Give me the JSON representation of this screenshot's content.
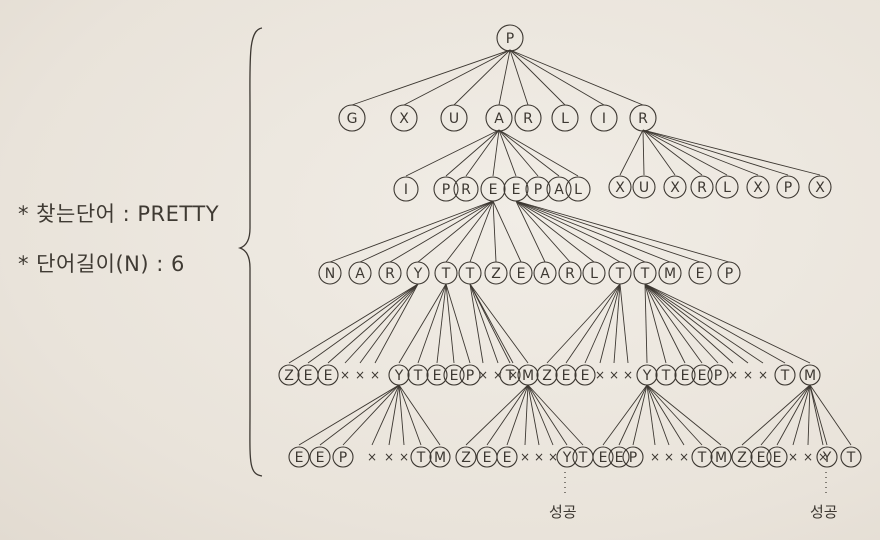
{
  "notes": {
    "search_word": "* 찾는단어 : PRETTY",
    "word_length": "* 단어길이(N) : 6"
  },
  "success_label": "성공",
  "fail_mark": "×",
  "tree": {
    "root": "P",
    "level1": [
      "G",
      "X",
      "U",
      "A",
      "R",
      "L",
      "I",
      "R"
    ],
    "level1_R2_children": [
      "X",
      "U",
      "X",
      "R",
      "L",
      "X",
      "P",
      "X"
    ],
    "level2": [
      "I",
      "P",
      "R",
      "E",
      "E",
      "P",
      "A",
      "L"
    ],
    "level3": [
      "N",
      "A",
      "R",
      "Y",
      "T",
      "T",
      "Z",
      "E",
      "A",
      "R",
      "L",
      "T",
      "T",
      "M",
      "E",
      "P"
    ],
    "level4": [
      "Z",
      "E",
      "E",
      "×",
      "×",
      "×",
      "Y",
      "T",
      "E",
      "E",
      "P",
      "×",
      "×",
      "×",
      "T",
      "M",
      "Z",
      "E",
      "E",
      "×",
      "×",
      "×",
      "Y",
      "T",
      "E",
      "E",
      "P",
      "×",
      "×",
      "×",
      "T",
      "M"
    ],
    "level5": [
      "E",
      "E",
      "P",
      "×",
      "×",
      "×",
      "T",
      "M",
      "Z",
      "E",
      "E",
      "×",
      "×",
      "×",
      "Y",
      "T",
      "E",
      "E",
      "P",
      "×",
      "×",
      "×",
      "T",
      "M",
      "Z",
      "E",
      "E",
      "×",
      "×",
      "×",
      "Y",
      "T"
    ]
  },
  "colors": {
    "pencil": "#3d3832",
    "paper": "#ece7df"
  }
}
